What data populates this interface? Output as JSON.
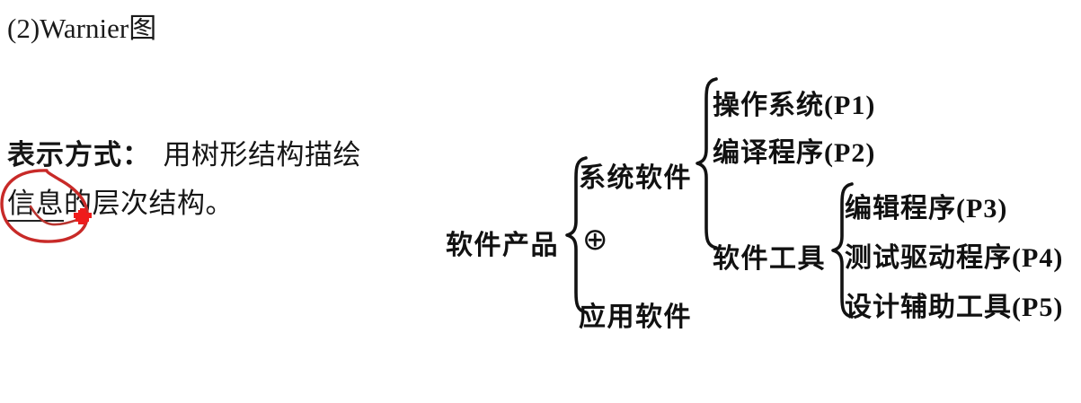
{
  "slide": {
    "heading": "(2)Warnier图",
    "definition": {
      "term": "表示方式",
      "colon": "：",
      "line1_rest": "用树形结构描绘",
      "line2_underlined": "信息",
      "line2_rest": "的层次结构。"
    }
  },
  "annotation": {
    "type": "handwritten-red-ink",
    "color": "#cc2222",
    "marker_color": "#ee1111",
    "shapes": [
      "ellipse-circle-around-text",
      "check-stroke",
      "cross-marker"
    ]
  },
  "diagram": {
    "type": "warnier",
    "root": "软件产品",
    "operator": "⊕",
    "level1": [
      {
        "label": "系统软件",
        "operator": "⊕"
      },
      {
        "label": "应用软件"
      }
    ],
    "level2": [
      {
        "label": "操作系统(P1)"
      },
      {
        "label": "编译程序(P2)"
      },
      {
        "label": "软件工具"
      }
    ],
    "level3": [
      {
        "label": "编辑程序(P3)"
      },
      {
        "label": "测试驱动程序(P4)"
      },
      {
        "label": "设计辅助工具(P5)"
      }
    ]
  }
}
